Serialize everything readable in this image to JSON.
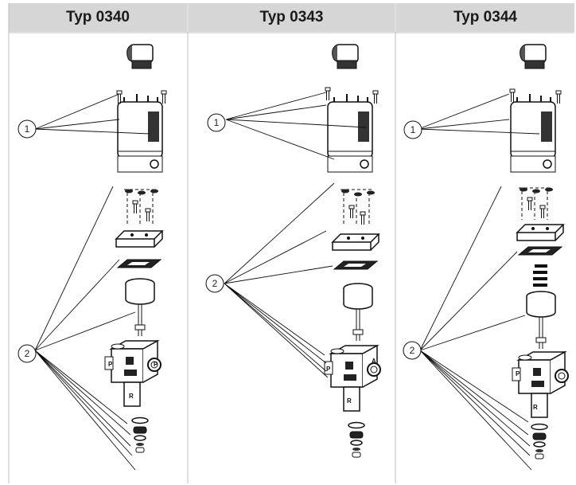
{
  "columns": [
    {
      "id": "c1",
      "title": "Typ 0340"
    },
    {
      "id": "c2",
      "title": "Typ 0343"
    },
    {
      "id": "c3",
      "title": "Typ 0344"
    }
  ],
  "callouts": {
    "one": "1",
    "two": "2"
  },
  "port_labels": {
    "p": "P",
    "a": "A",
    "r": "R"
  },
  "colors": {
    "header_bg": "#d6d6d6",
    "line": "#111111",
    "grid": "#bfbfbf"
  }
}
